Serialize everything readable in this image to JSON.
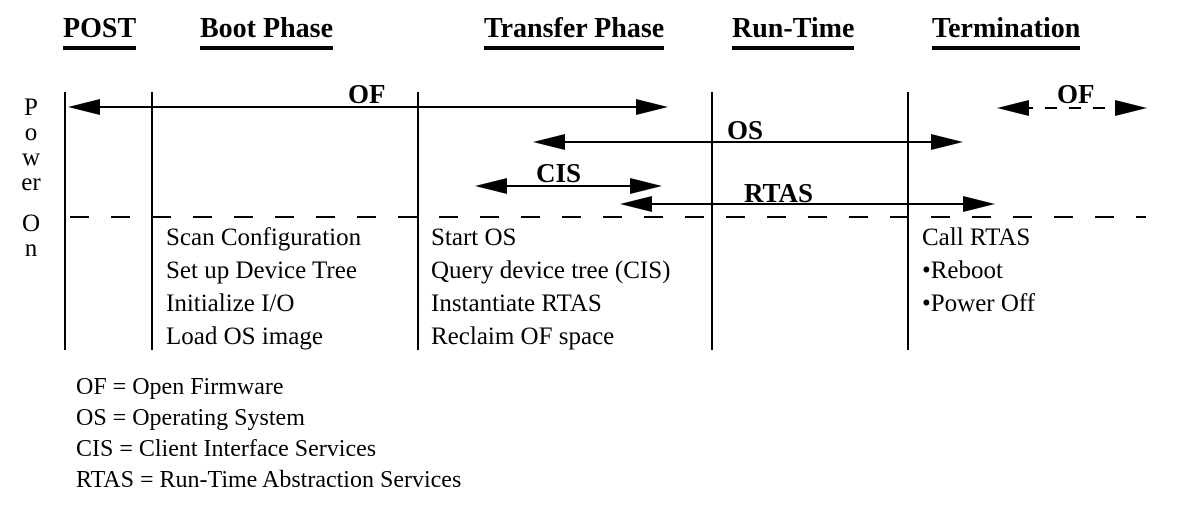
{
  "headers": {
    "post": "POST",
    "boot": "Boot Phase",
    "transfer": "Transfer Phase",
    "runtime": "Run-Time",
    "termination": "Termination"
  },
  "axis": {
    "power_word": "Power",
    "on_word": "On"
  },
  "timelines": {
    "of": "OF",
    "os": "OS",
    "cis": "CIS",
    "rtas": "RTAS",
    "of_termination": "OF"
  },
  "tasks": {
    "boot": [
      "Scan Configuration",
      "Set up Device Tree",
      "Initialize I/O",
      "Load OS image"
    ],
    "transfer": [
      "Start OS",
      "Query device tree (CIS)",
      "Instantiate RTAS",
      "Reclaim OF space"
    ],
    "termination": [
      "Call RTAS",
      "•Reboot",
      "•Power Off"
    ]
  },
  "legend": [
    "OF = Open Firmware",
    "OS = Operating System",
    "CIS = Client Interface Services",
    "RTAS = Run-Time Abstraction Services"
  ],
  "colors": {
    "ink": "#000000",
    "background": "#ffffff"
  }
}
